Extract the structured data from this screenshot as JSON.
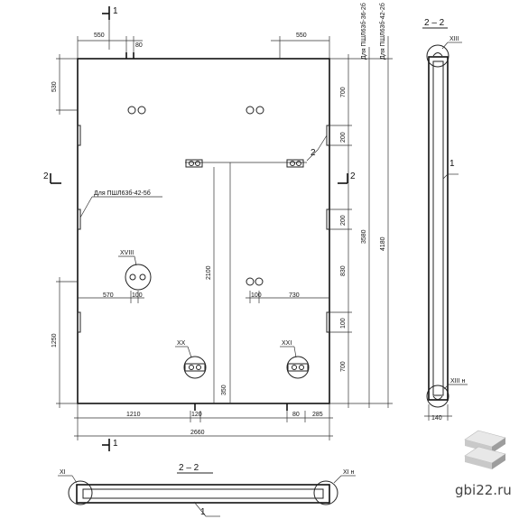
{
  "dims": {
    "d550_left": "550",
    "d80_top": "80",
    "d550_right": "550",
    "d530": "530",
    "d700_top": "700",
    "d200_a": "200",
    "d200_b": "200",
    "d830": "830",
    "d100": "100",
    "d700_bot": "700",
    "d3580": "3580",
    "d4180": "4180",
    "d2100": "2100",
    "d570": "570",
    "d100_b": "100",
    "d100_c": "100",
    "d730": "730",
    "d1250": "1250",
    "d350": "350",
    "d1210": "1210",
    "d120": "120",
    "d80_bot": "80",
    "d285": "285",
    "d2660": "2660",
    "d140": "140"
  },
  "labels": {
    "sec_top": "1",
    "sec_bottom": "1",
    "sec2_left": "2",
    "sec2_right": "2",
    "callout_2": "2",
    "note_left": "Для ПШЛ63б-42-5б",
    "note_right_1": "Для ПШЛ63б-36-2б",
    "note_right_2": "Для ПШЛ63б-42-2б",
    "node_xviii": "XVIII",
    "node_xx": "XX",
    "node_xxi": "XXI",
    "section_22_right": "2 – 2",
    "section_22_bottom": "2 – 2",
    "node_xiii": "XIII",
    "node_xiii_h": "XIII н",
    "callout_1_right": "1",
    "callout_1_bottom": "1",
    "node_xi": "XI",
    "node_xi_h": "XI н",
    "watermark": "gbi22.ru"
  },
  "colors": {
    "line": "#222222",
    "logo_top": "#e6e6e6",
    "logo_side": "#9a9a9a"
  }
}
